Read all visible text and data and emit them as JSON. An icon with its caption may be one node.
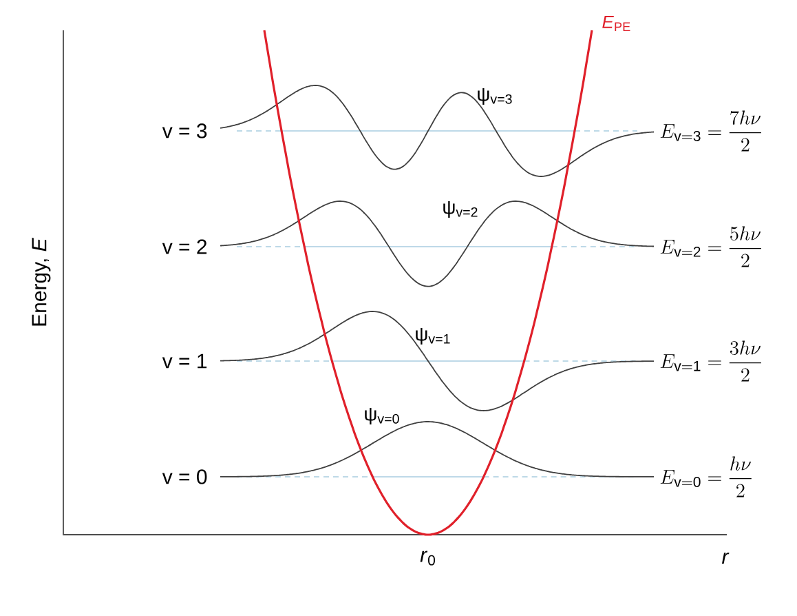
{
  "diagram": {
    "labels": [
      "*E*$_{PE}$",
      "ψ$_{v=3}$",
      "v = 3",
      "E_{\\mathrm{v=3}} = \\frac{7h\\nu}{2}",
      "ψ$_{v=2}$",
      "Energy, *E*",
      "v = 2",
      "E_{\\mathrm{v=2}} = \\frac{5h\\nu}{2}",
      "ψ$_{v=1}$",
      "v = 1",
      "E_{\\mathrm{v=1}} = \\frac{3h\\nu}{2}",
      "ψ$_{v=0}$",
      "v = 0",
      "E_{\\mathrm{v=0}} = \\frac{h\\nu}{2}",
      "*r*$_{0}$",
      "*r*"
    ]
  }
}
